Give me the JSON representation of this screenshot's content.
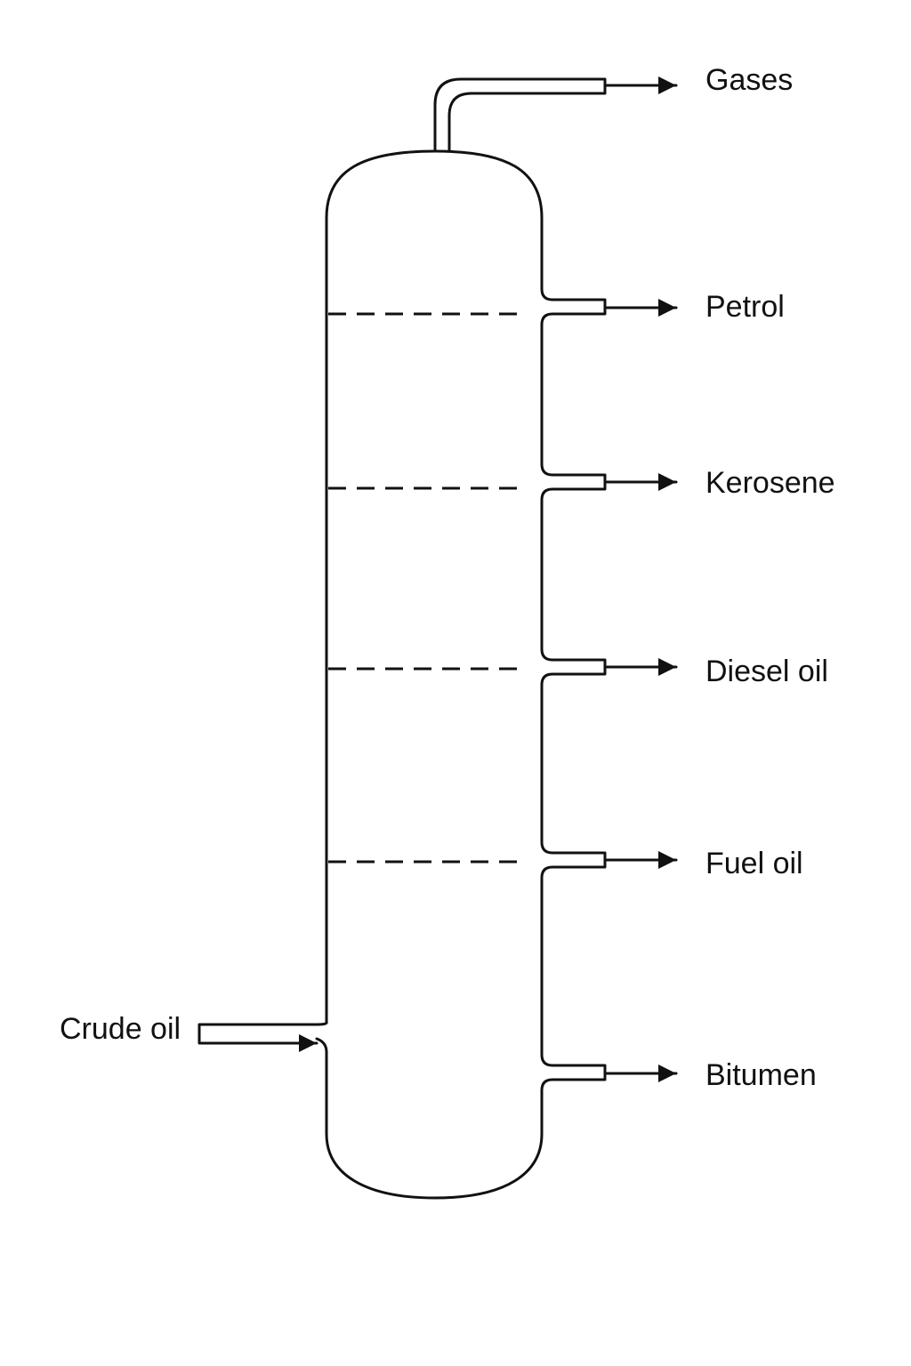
{
  "diagram": {
    "feed": {
      "label": "Crude oil"
    },
    "outputs": [
      {
        "label": "Gases"
      },
      {
        "label": "Petrol"
      },
      {
        "label": "Kerosene"
      },
      {
        "label": "Diesel oil"
      },
      {
        "label": "Fuel oil"
      },
      {
        "label": "Bitumen"
      }
    ]
  }
}
